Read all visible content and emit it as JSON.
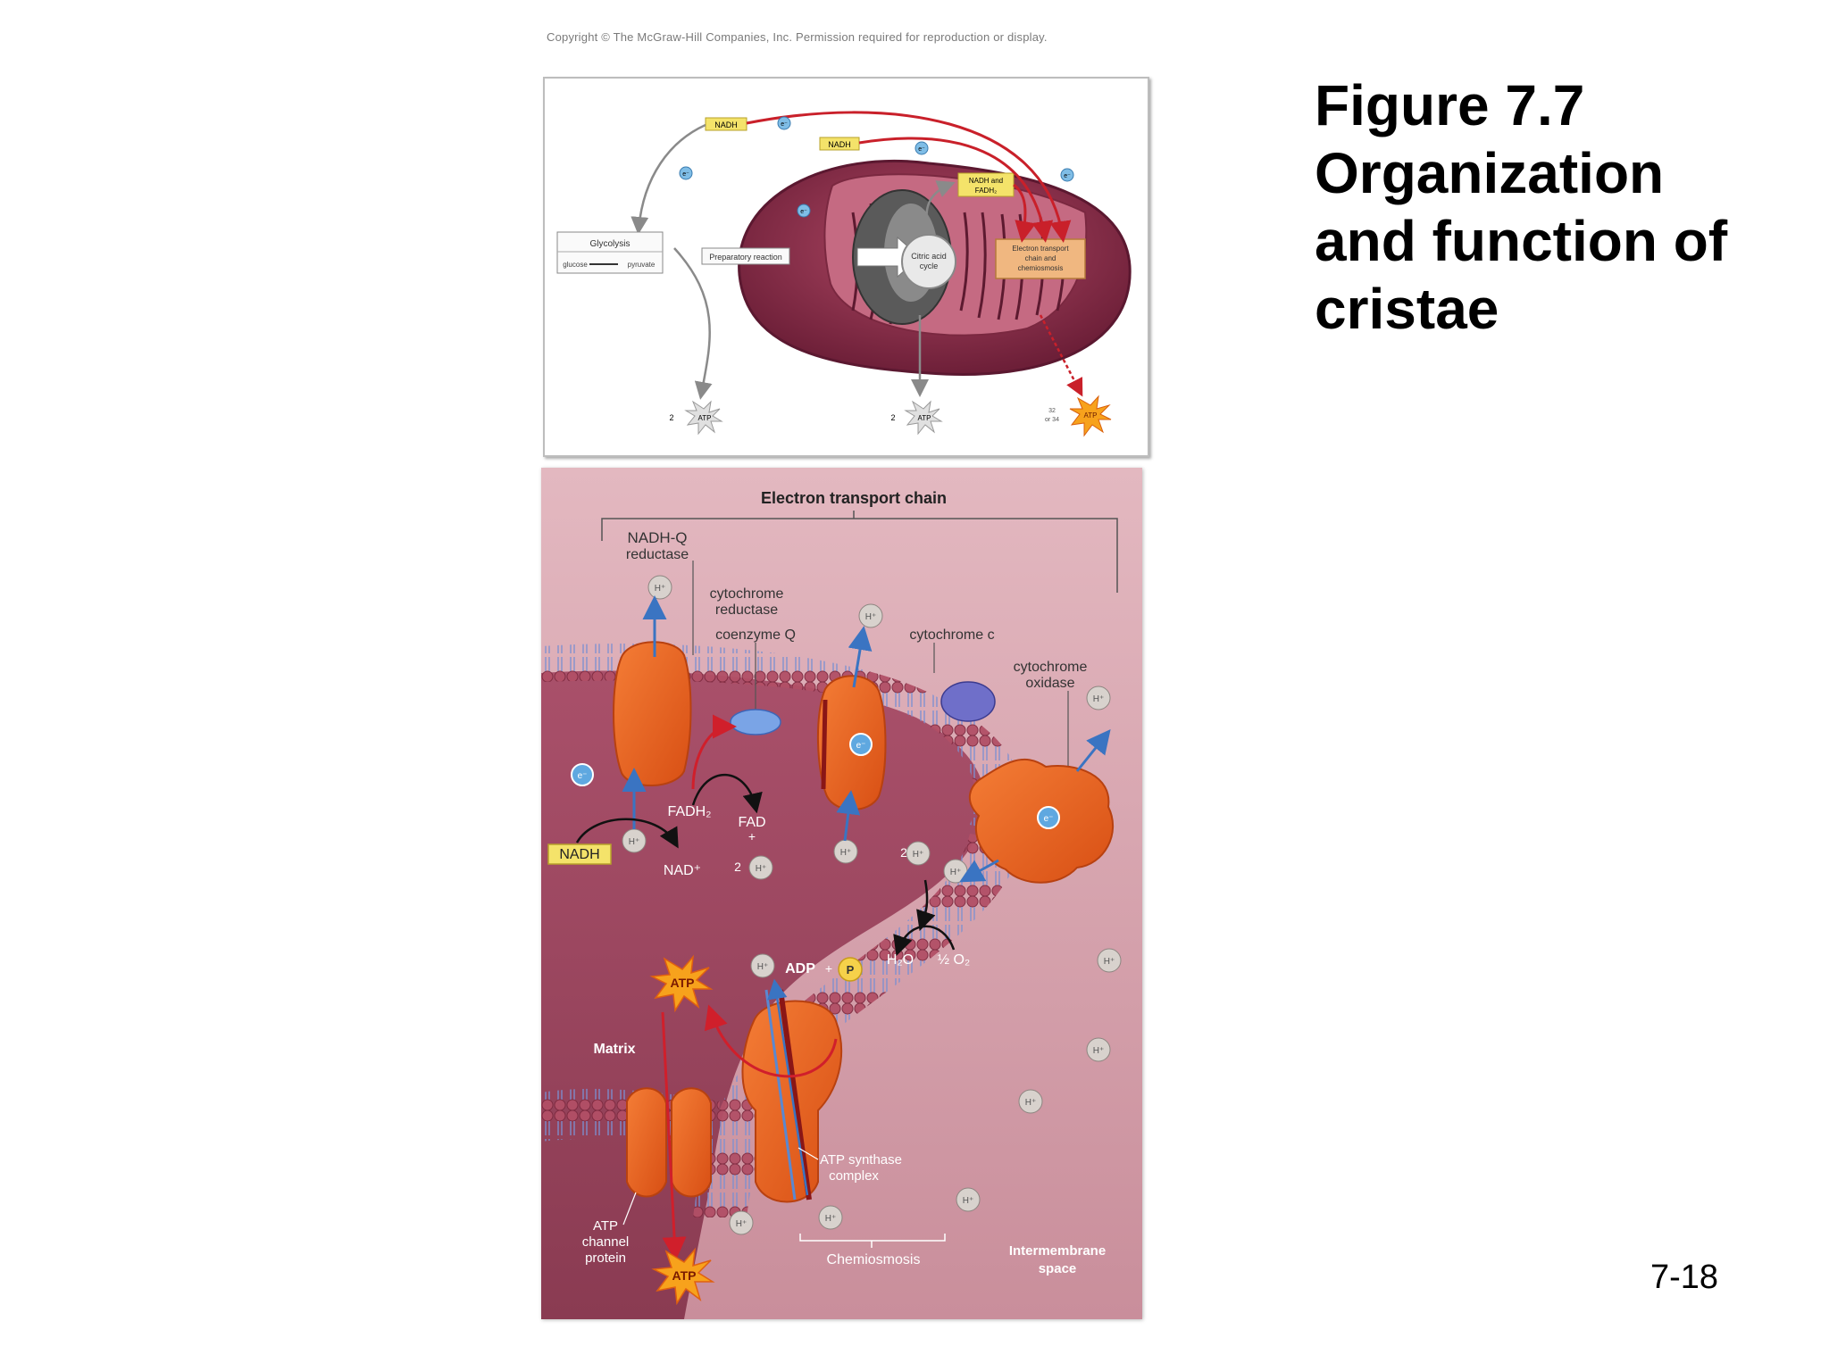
{
  "slide": {
    "copyright": "Copyright © The McGraw-Hill Companies, Inc. Permission required for reproduction or display.",
    "title_lines": [
      "Figure 7.7",
      "Organization",
      "and function of",
      "cristae"
    ],
    "slide_number": "7-18"
  },
  "overview_diagram": {
    "nadh_label_1": "NADH",
    "nadh_label_2": "NADH",
    "nadh_fadh2_label_1": "NADH and",
    "nadh_fadh2_label_2": "FADH₂",
    "glycolysis_label": "Glycolysis",
    "glucose_label": "glucose",
    "pyruvate_label": "pyruvate",
    "preparatory_label": "Preparatory reaction",
    "citric_acid_label_1": "Citric acid",
    "citric_acid_label_2": "cycle",
    "etc_label_1": "Electron transport",
    "etc_label_2": "chain and",
    "etc_label_3": "chemiosmosis",
    "electron": "e⁻",
    "atp_label": "ATP",
    "atp_count_1": "2",
    "atp_count_2": "2",
    "atp_count_3_line1": "32",
    "atp_count_3_line2": "or 34"
  },
  "etc_diagram": {
    "chain_title": "Electron transport chain",
    "nadh_q_line1": "NADH-Q",
    "nadh_q_line2": "reductase",
    "cyt_reductase_line1": "cytochrome",
    "cyt_reductase_line2": "reductase",
    "coenzyme_q": "coenzyme Q",
    "cytochrome_c": "cytochrome c",
    "cyt_oxidase_line1": "cytochrome",
    "cyt_oxidase_line2": "oxidase",
    "nadh": "NADH",
    "nad_plus": "NAD⁺",
    "fadh2": "FADH₂",
    "fad": "FAD",
    "plus": "+",
    "two": "2",
    "h_plus": "H⁺",
    "electron": "e⁻",
    "water": "H₂O",
    "half_o2": "½ O₂",
    "adp": "ADP",
    "p": "P",
    "atp": "ATP",
    "matrix": "Matrix",
    "atp_synthase_line1": "ATP synthase",
    "atp_synthase_line2": "complex",
    "atp_channel_line1": "ATP",
    "atp_channel_line2": "channel",
    "atp_channel_line3": "protein",
    "chemiosmosis": "Chemiosmosis",
    "intermembrane_line1": "Intermembrane",
    "intermembrane_line2": "space"
  },
  "colors": {
    "protein_orange": "#e8591c",
    "mitochondrion_maroon": "#8b2f4a",
    "membrane_head": "#b5536a",
    "electron_blue": "#4a9bd6",
    "proton_gray": "#c9c2bd",
    "nadh_yellow": "#f4e36a",
    "arrow_red": "#d01f2b",
    "matrix_bg": "#a0485d",
    "intermembrane_bg": "#d6a3ad"
  }
}
